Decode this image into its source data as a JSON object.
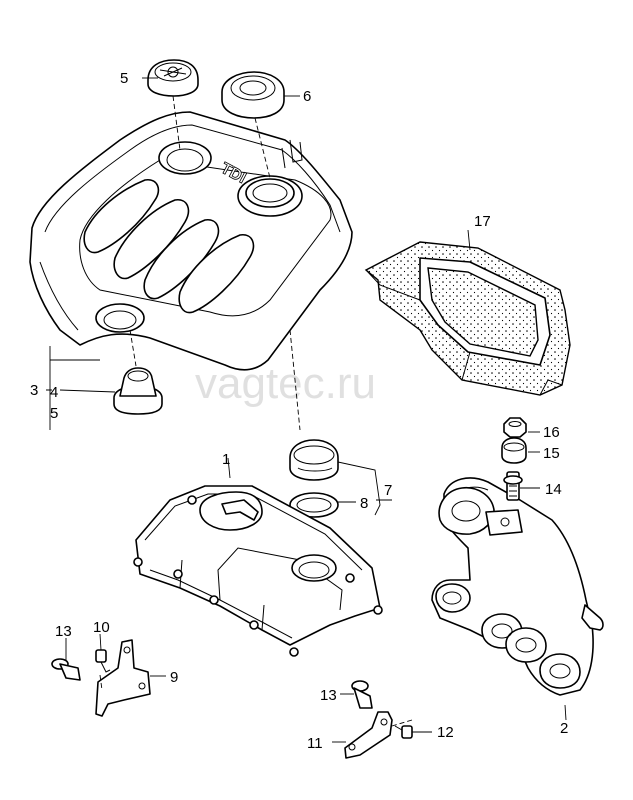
{
  "watermark": "vagtec.ru",
  "emboss_text": "TDI",
  "callouts": {
    "c1": "1",
    "c2": "2",
    "c3": "3",
    "c4": "4",
    "c5a": "5",
    "c5b": "5",
    "c6": "6",
    "c7": "7",
    "c8": "8",
    "c9": "9",
    "c10": "10",
    "c11": "11",
    "c12": "12",
    "c13a": "13",
    "c13b": "13",
    "c14": "14",
    "c15": "15",
    "c16": "16",
    "c17": "17"
  },
  "colors": {
    "line": "#000000",
    "background": "#ffffff",
    "watermark": "#c8c8c8"
  }
}
